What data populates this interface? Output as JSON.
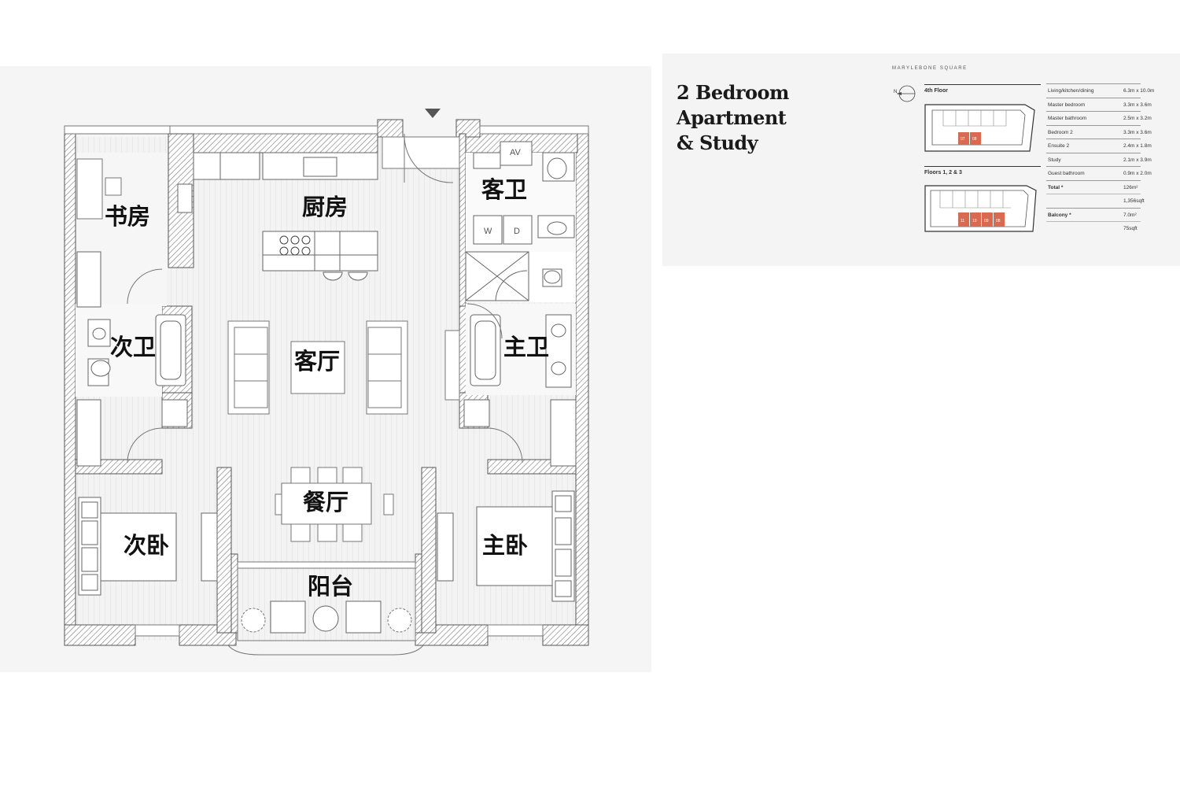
{
  "rooms": {
    "study": "书房",
    "kitchen": "厨房",
    "guest_wc": "客卫",
    "second_bath": "次卫",
    "living": "客厅",
    "master_bath": "主卫",
    "dining": "餐厅",
    "second_bedroom": "次卧",
    "master_bedroom": "主卧",
    "balcony": "阳台"
  },
  "appliances": {
    "av": "AV",
    "washer": "W",
    "dryer": "D"
  },
  "info": {
    "title_lines": [
      "2 Bedroom",
      "Apartment",
      "& Study"
    ],
    "brand": "MARYLEBONE SQUARE",
    "compass": "N",
    "floor_4": "4th Floor",
    "floor_123": "Floors 1, 2 & 3",
    "units_4": [
      "07",
      "08"
    ],
    "units_123": [
      "11",
      "10",
      "09",
      "08"
    ],
    "specs": [
      {
        "k": "Living/kitchen/dining",
        "v": "6.3m x 10.0m"
      },
      {
        "k": "Master bedroom",
        "v": "3.3m x 3.6m"
      },
      {
        "k": "Master bathroom",
        "v": "2.5m x 3.2m"
      },
      {
        "k": "Bedroom 2",
        "v": "3.3m x 3.6m"
      },
      {
        "k": "Ensuite 2",
        "v": "2.4m x 1.8m"
      },
      {
        "k": "Study",
        "v": "2.1m x 3.9m"
      },
      {
        "k": "Guest bathroom",
        "v": "0.9m x 2.0m"
      },
      {
        "k": "Total *",
        "v": "126m²",
        "bold": true
      },
      {
        "k": "",
        "v": "1,356sqft",
        "cont": true
      },
      {
        "k": "Balcony *",
        "v": "7.0m²",
        "bold": true
      },
      {
        "k": "",
        "v": "75sqft",
        "cont": true
      }
    ]
  },
  "colors": {
    "accent": "#d9694f",
    "wall_hatch": "#6b6b6b",
    "floor": "#f0f0f0"
  }
}
